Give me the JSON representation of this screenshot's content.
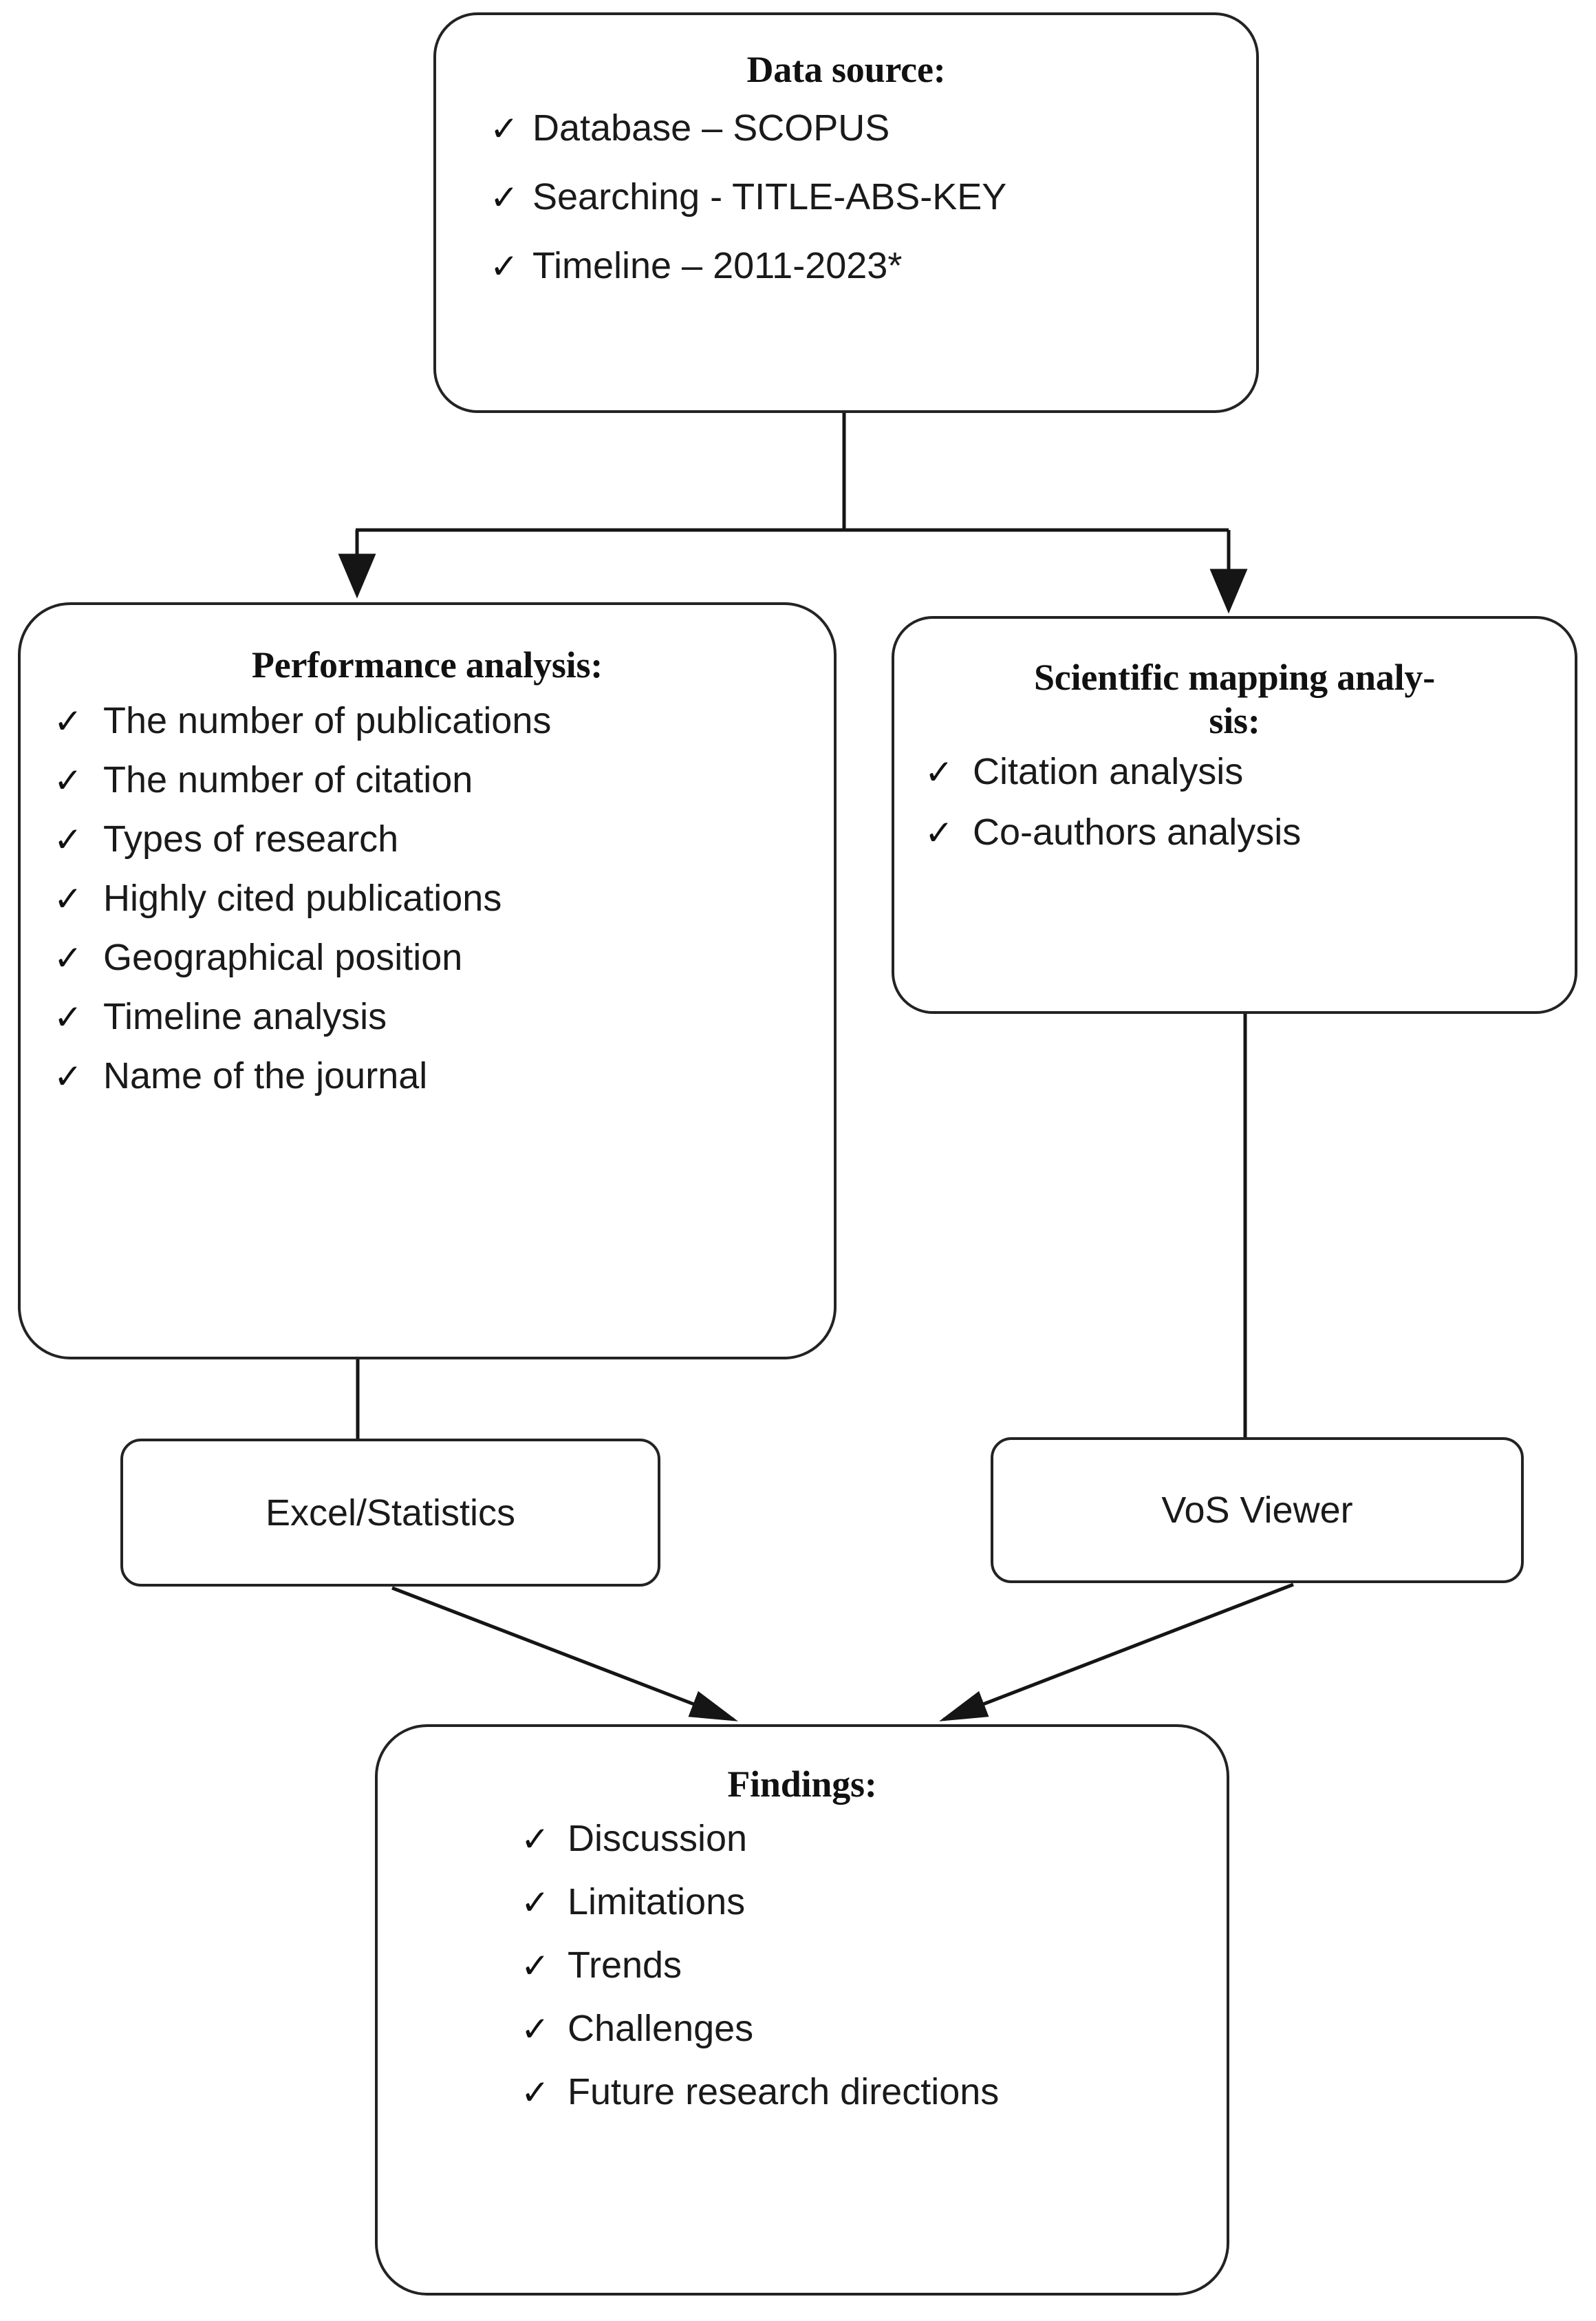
{
  "diagram": {
    "title": "Bibliometric research methodology flowchart",
    "accent_color": "#232323",
    "background_color": "#ffffff",
    "tick_glyph": "✓"
  },
  "nodes": {
    "data_source": {
      "title": "Data source:",
      "items": [
        "Database – SCOPUS",
        "Searching - TITLE-ABS-KEY",
        "Timeline – 2011-2023*"
      ]
    },
    "performance": {
      "title": "Performance analysis:",
      "items": [
        "The number of publications",
        "The number of citation",
        "Types of research",
        "Highly cited publications",
        "Geographical position",
        "Timeline analysis",
        "Name of the journal"
      ]
    },
    "mapping": {
      "title_line1": "Scientific  mapping  analy-",
      "title_line2": "sis:",
      "items": [
        "Citation analysis",
        "Co-authors analysis"
      ]
    },
    "excel": {
      "label": "Excel/Statistics"
    },
    "vos": {
      "label": "VoS Viewer"
    },
    "findings": {
      "title": "Findings:",
      "items": [
        "Discussion",
        "Limitations",
        "Trends",
        "Challenges",
        "Future research directions"
      ]
    }
  }
}
